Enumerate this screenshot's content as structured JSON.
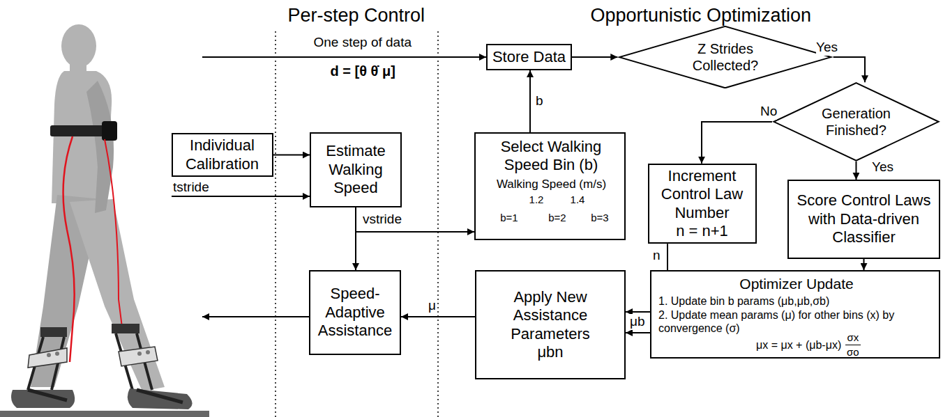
{
  "diagram": {
    "nodes": [
      {
        "text": [
          "Store Data"
        ]
      },
      {
        "text": [
          "Z Strides Collected?"
        ]
      },
      {
        "text": [
          "Generation Finished?"
        ]
      },
      {
        "text": [
          "Individual Calibration"
        ]
      },
      {
        "text": [
          "Estimate Walking Speed"
        ]
      },
      {
        "text": [
          "Select Walking Speed Bin (b)",
          "Walking Speed (m/s)",
          "1.2",
          "1.4",
          "b=1",
          "b=2",
          "b=3"
        ]
      },
      {
        "text": [
          "Increment Control Law Number",
          "n = n+1"
        ]
      },
      {
        "text": [
          "Score Control Laws with Data-driven Classifier"
        ]
      },
      {
        "text": [
          "Speed-Adaptive Assistance"
        ]
      },
      {
        "text": [
          "Apply New Assistance Parameters",
          "μbn"
        ]
      },
      {
        "text": [
          "Optimizer Update",
          "1. Update bin b params (μb,μb,σb)",
          "2. Update mean params (μ) for other bins (x) by convergence (σ)",
          "μx = μx + (μb-μx)",
          "σx",
          "σo"
        ]
      }
    ],
    "edges": [
      {
        "from": 0,
        "to": 1,
        "arrow": "to"
      },
      {
        "from": 1,
        "to": 2,
        "label": "Yes",
        "arrow": "to"
      },
      {
        "from": 2,
        "to": 6,
        "label": "No",
        "arrow": "to"
      },
      {
        "from": 2,
        "to": 7,
        "label": "Yes",
        "arrow": "to"
      },
      {
        "from": 3,
        "to": 4,
        "arrow": "to"
      },
      {
        "from": 4,
        "to": 5,
        "label": "vstride",
        "arrow": "to"
      },
      {
        "from": 4,
        "to": 8,
        "arrow": "to"
      },
      {
        "from": 5,
        "to": 0,
        "label": "b",
        "arrow": "to"
      },
      {
        "from": 6,
        "to": 9,
        "label": "n",
        "arrow": "to"
      },
      {
        "from": 7,
        "to": 10,
        "arrow": "to"
      },
      {
        "from": 10,
        "to": 9,
        "label": "μb",
        "arrow": "to"
      },
      {
        "from": 9,
        "to": 8,
        "label": "μ",
        "arrow": "to"
      }
    ],
    "labels": [
      "Per-step Control",
      "Opportunistic Optimization",
      "One step of data",
      "d = [θ θ̇ μ]",
      "tstride"
    ]
  }
}
